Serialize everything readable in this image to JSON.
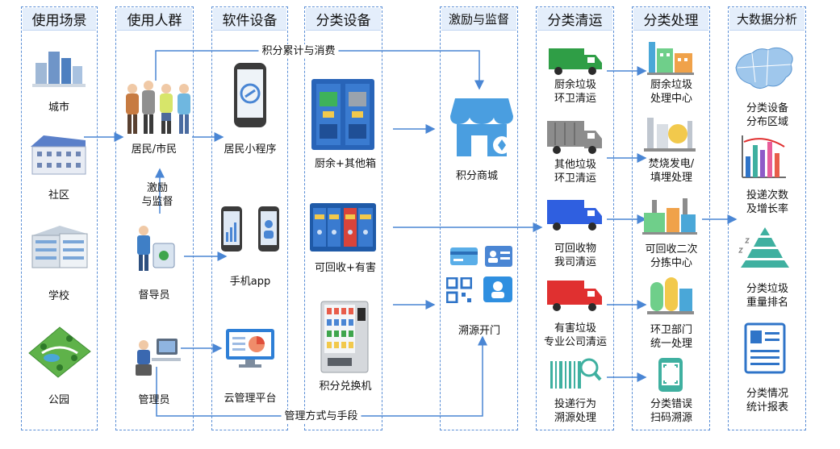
{
  "columns": {
    "scenes": {
      "title": "使用场景",
      "items": [
        "城市",
        "社区",
        "学校",
        "公园"
      ]
    },
    "people": {
      "title": "使用人群",
      "resident": "居民/市民",
      "incentive": [
        "激励",
        "与监督"
      ],
      "supervisor": "督导员",
      "admin": "管理员"
    },
    "software": {
      "title": "软件设备",
      "mini_program": "居民小程序",
      "app": "手机app",
      "cloud": "云管理平台"
    },
    "devices": {
      "title": "分类设备",
      "kitchen_box": "厨余+其他箱",
      "recycle_box": "可回收+有害",
      "exchange": "积分兑换机"
    },
    "incentive_col": {
      "title": "激励与监督",
      "mall": "积分商城",
      "trace": "溯源开门"
    },
    "transport": {
      "title": "分类清运",
      "items": [
        [
          "厨余垃圾",
          "环卫清运"
        ],
        [
          "其他垃圾",
          "环卫清运"
        ],
        [
          "可回收物",
          "我司清运"
        ],
        [
          "有害垃圾",
          "专业公司清运"
        ],
        [
          "投递行为",
          "溯源处理"
        ]
      ]
    },
    "processing": {
      "title": "分类处理",
      "items": [
        [
          "厨余垃圾",
          "处理中心"
        ],
        [
          "焚烧发电/",
          "填埋处理"
        ],
        [
          "可回收二次",
          "分拣中心"
        ],
        [
          "环卫部门",
          "统一处理"
        ],
        [
          "分类错误",
          "扫码溯源"
        ]
      ]
    },
    "bigdata": {
      "title": "大数据分析",
      "items": [
        [
          "分类设备",
          "分布区域"
        ],
        [
          "投递次数",
          "及增长率"
        ],
        [
          "分类垃圾",
          "重量排名"
        ],
        [
          "分类情况",
          "统计报表"
        ]
      ]
    }
  },
  "flows": {
    "points": "积分累计与消费",
    "management": "管理方式与手段"
  },
  "colors": {
    "accent": "#4a86d4",
    "border": "#5b8fd6",
    "header_bg": "#e4eefb",
    "green": "#3aa25a",
    "red": "#e03030",
    "blue": "#2f5fe0",
    "gray": "#8c8c8c"
  },
  "icons": [
    "city-icon",
    "community-icon",
    "school-icon",
    "park-icon",
    "residents-icon",
    "supervisor-icon",
    "admin-icon",
    "phone-icon",
    "dual-phone-icon",
    "monitor-icon",
    "smart-bin-icon",
    "recycle-bin-icon",
    "vending-machine-icon",
    "shop-icon",
    "card-icon",
    "id-card-icon",
    "qr-icon",
    "face-id-icon",
    "green-truck-icon",
    "gray-truck-icon",
    "blue-truck-icon",
    "red-truck-icon",
    "barcode-scan-icon",
    "factory-icon",
    "incinerator-icon",
    "sorting-plant-icon",
    "sanitation-plant-icon",
    "scan-phone-icon",
    "china-map-icon",
    "bar-chart-icon",
    "pyramid-icon",
    "report-icon"
  ]
}
